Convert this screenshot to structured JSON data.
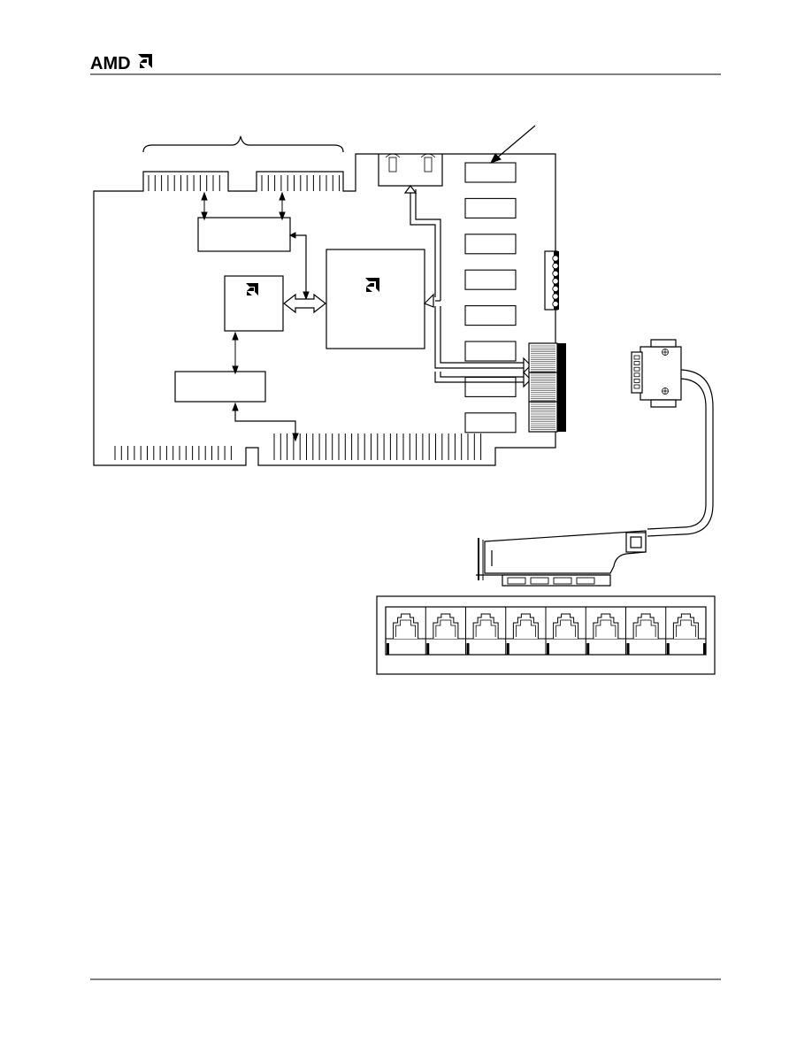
{
  "header": {
    "logo_text": "AMD",
    "logo_icon": "amd-arrow-logo-icon"
  },
  "diagram": {
    "memory_module_count": 8,
    "rj45_port_count": 8,
    "icons": {
      "chip_logo": "amd-arrow-logo-icon",
      "arrow": "arrow-icon",
      "connector": "connector-icon",
      "jack": "rj45-jack-icon"
    },
    "colors": {
      "ink": "#000000",
      "paper": "#ffffff"
    }
  }
}
